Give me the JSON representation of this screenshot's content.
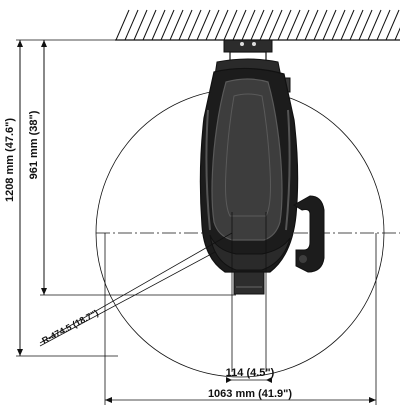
{
  "colors": {
    "background": "#ffffff",
    "line": "#111111",
    "device_dark": "#1c1c1c",
    "device_mid": "#3a3a3a",
    "device_light": "#5a5a5a"
  },
  "dimensions": {
    "total_height": "1208 mm (47.6\")",
    "arm_height": "961 mm (38\")",
    "radius": "R-474.5 (18.7\")",
    "offset_width": "114 (4.5\")",
    "total_width": "1063 mm (41.9\")"
  },
  "icons": {
    "ceiling": "ceiling-hatch",
    "device": "ceiling-mounted-device-top-view"
  }
}
